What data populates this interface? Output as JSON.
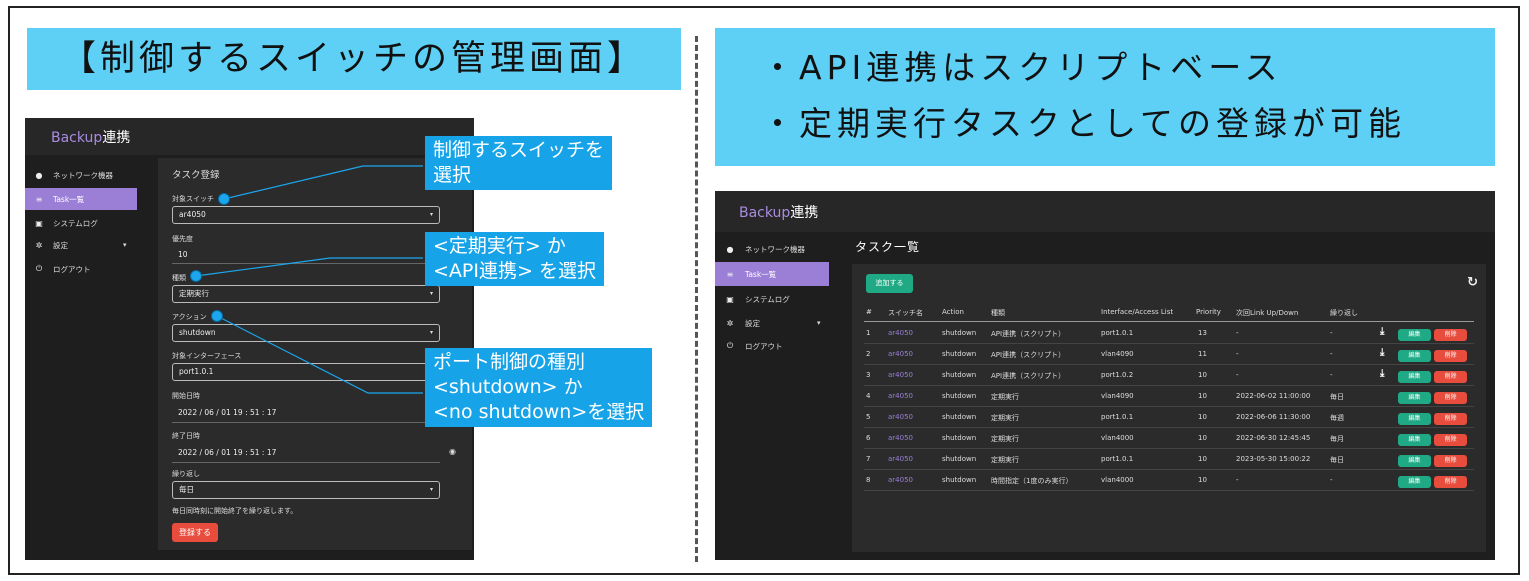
{
  "left_banner": {
    "title": "【制御するスイッチの管理画面】"
  },
  "right_banner": {
    "lines": [
      "・API連携はスクリプトベース",
      "・定期実行タスクとしての登録が可能"
    ]
  },
  "app": {
    "brand": "Backup",
    "brand_suffix": "連携"
  },
  "sidebar": {
    "items": [
      {
        "icon": "●",
        "label": "ネットワーク機器"
      },
      {
        "icon": "≡",
        "label": "Task一覧"
      },
      {
        "icon": "▣",
        "label": "システムログ"
      },
      {
        "icon": "✲",
        "label": "設定"
      },
      {
        "icon": "⏻",
        "label": "ログアウト"
      }
    ],
    "caret": "▾"
  },
  "task_form": {
    "title": "タスク登録",
    "switch_label": "対象スイッチ",
    "switch_value": "ar4050",
    "priority_label": "優先度",
    "priority_value": "10",
    "type_label": "種類",
    "type_value": "定期実行",
    "action_label": "アクション",
    "action_value": "shutdown",
    "interface_label": "対象インターフェース",
    "interface_value": "port1.0.1",
    "start_label": "開始日時",
    "start_value": "2022 / 06 / 01  19 : 51 : 17",
    "end_label": "終了日時",
    "end_value": "2022 / 06 / 01  19 : 51 : 17",
    "repeat_label": "繰り返し",
    "repeat_value": "毎日",
    "note": "毎日同時刻に開始終了を繰り返します。",
    "submit_label": "登録する",
    "dropdown_glyph": "▾",
    "clock_glyph": "◉"
  },
  "callouts": {
    "switch": [
      "制御するスイッチを",
      "選択"
    ],
    "type": [
      "<定期実行> か",
      "<API連携> を選択"
    ],
    "action": [
      "ポート制御の種別",
      "<shutdown> か",
      "<no shutdown>を選択"
    ]
  },
  "task_list": {
    "title": "タスク一覧",
    "add_label": "追加する",
    "refresh_icon": "↻",
    "download_icon": "⤓",
    "edit_label": "編集",
    "delete_label": "削除",
    "headers": [
      "#",
      "スイッチ名",
      "Action",
      "種類",
      "Interface/Access List",
      "Priority",
      "次回Link Up/Down",
      "繰り返し"
    ],
    "rows": [
      {
        "no": "1",
        "switch": "ar4050",
        "action": "shutdown",
        "type": "API連携（スクリプト）",
        "iface": "port1.0.1",
        "priority": "13",
        "next": "-",
        "repeat": "-",
        "download": true
      },
      {
        "no": "2",
        "switch": "ar4050",
        "action": "shutdown",
        "type": "API連携（スクリプト）",
        "iface": "vlan4090",
        "priority": "11",
        "next": "-",
        "repeat": "-",
        "download": true
      },
      {
        "no": "3",
        "switch": "ar4050",
        "action": "shutdown",
        "type": "API連携（スクリプト）",
        "iface": "port1.0.2",
        "priority": "10",
        "next": "-",
        "repeat": "-",
        "download": true
      },
      {
        "no": "4",
        "switch": "ar4050",
        "action": "shutdown",
        "type": "定期実行",
        "iface": "vlan4090",
        "priority": "10",
        "next": "2022-06-02 11:00:00",
        "repeat": "毎日",
        "download": false
      },
      {
        "no": "5",
        "switch": "ar4050",
        "action": "shutdown",
        "type": "定期実行",
        "iface": "port1.0.1",
        "priority": "10",
        "next": "2022-06-06 11:30:00",
        "repeat": "毎週",
        "download": false
      },
      {
        "no": "6",
        "switch": "ar4050",
        "action": "shutdown",
        "type": "定期実行",
        "iface": "vlan4000",
        "priority": "10",
        "next": "2022-06-30 12:45:45",
        "repeat": "毎月",
        "download": false
      },
      {
        "no": "7",
        "switch": "ar4050",
        "action": "shutdown",
        "type": "定期実行",
        "iface": "port1.0.1",
        "priority": "10",
        "next": "2023-05-30 15:00:22",
        "repeat": "毎日",
        "download": false
      },
      {
        "no": "8",
        "switch": "ar4050",
        "action": "shutdown",
        "type": "時間指定（1度のみ実行）",
        "iface": "vlan4000",
        "priority": "10",
        "next": "-",
        "repeat": "-",
        "download": false
      }
    ]
  }
}
